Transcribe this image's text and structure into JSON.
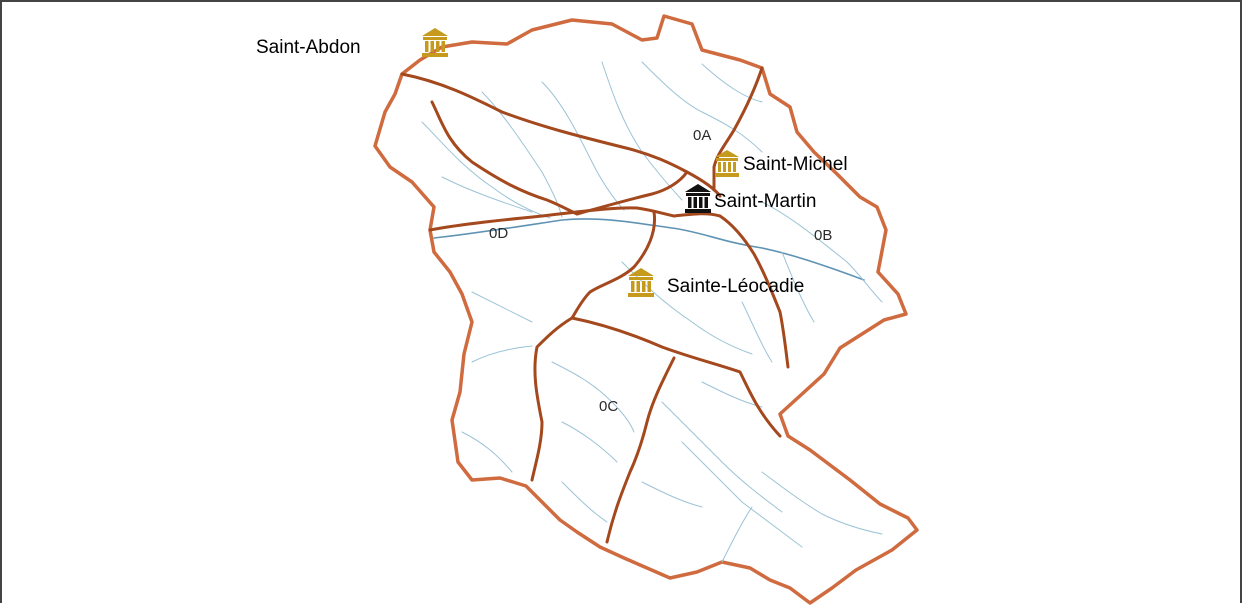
{
  "map": {
    "colors": {
      "outline": "#cf6b3f",
      "internal_boundary": "#a4481e",
      "streams": "#9cc3d6",
      "main_river": "#5f93b4",
      "church_secondary": "#c69a1c",
      "church_main": "#111111"
    },
    "sectors": [
      {
        "id": "0A",
        "label": "0A"
      },
      {
        "id": "0B",
        "label": "0B"
      },
      {
        "id": "0C",
        "label": "0C"
      },
      {
        "id": "0D",
        "label": "0D"
      }
    ],
    "places": [
      {
        "name": "Saint-Abdon",
        "icon": "church-icon",
        "color": "#c69a1c"
      },
      {
        "name": "Saint-Michel",
        "icon": "church-icon",
        "color": "#c69a1c"
      },
      {
        "name": "Saint-Martin",
        "icon": "church-icon",
        "color": "#111111"
      },
      {
        "name": "Sainte-Léocadie",
        "icon": "church-icon",
        "color": "#c69a1c"
      }
    ]
  }
}
